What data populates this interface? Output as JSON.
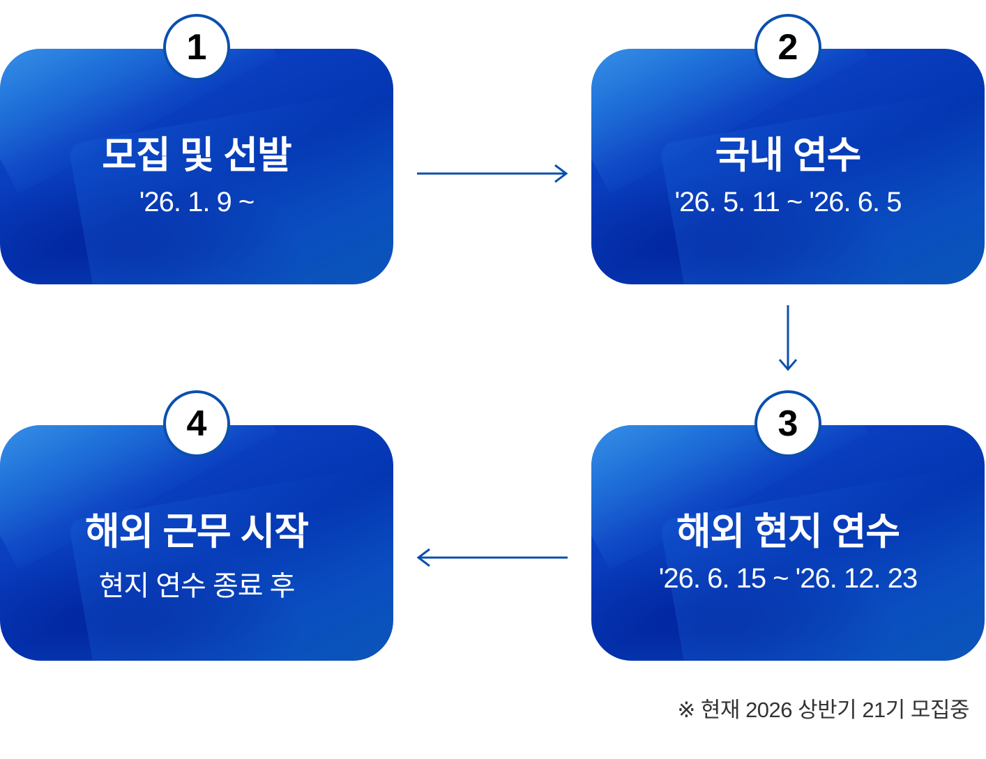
{
  "steps": [
    {
      "number": "1",
      "title": "모집 및 선발",
      "date": "'26. 1. 9 ~"
    },
    {
      "number": "2",
      "title": "국내 연수",
      "date": "'26. 5. 11 ~ '26. 6. 5"
    },
    {
      "number": "3",
      "title": "해외 현지 연수",
      "date": "'26. 6. 15 ~ '26. 12. 23"
    },
    {
      "number": "4",
      "title": "해외 근무 시작",
      "date": "현지 연수 종료 후"
    }
  ],
  "note": "※ 현재 2026 상반기 21기 모집중",
  "colors": {
    "accent": "#0a4fae",
    "card": "#0a3fc0"
  }
}
